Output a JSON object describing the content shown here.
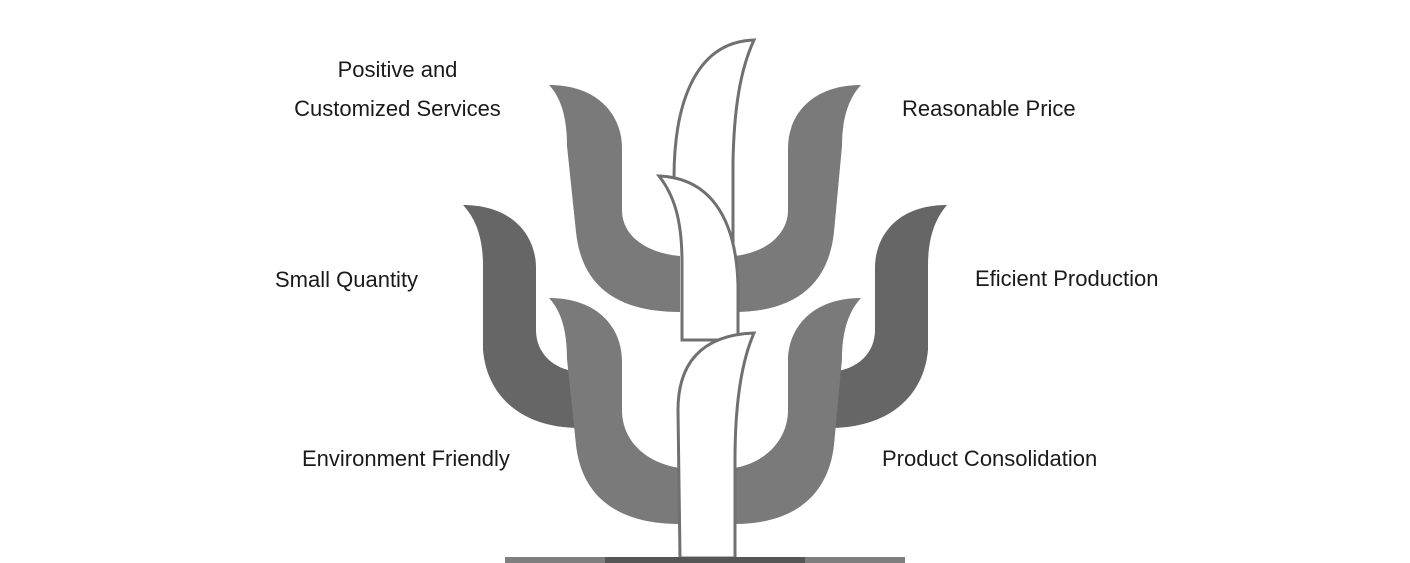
{
  "labels": {
    "positive_services": {
      "line1": "Positive and",
      "line2": "Customized Services"
    },
    "reasonable_price": "Reasonable Price",
    "small_quantity": "Small Quantity",
    "efficient_production": "Eficient Production",
    "environment_friendly": "Environment Friendly",
    "product_consolidation": "Product Consolidation"
  },
  "colors": {
    "leaf_light": "#7a7a7a",
    "leaf_dark": "#666666",
    "stem_fill": "#ffffff",
    "stem_outline": "#707070",
    "ground_light": "#7f7f7f",
    "ground_dark": "#555555",
    "text": "#1a1a1a"
  }
}
